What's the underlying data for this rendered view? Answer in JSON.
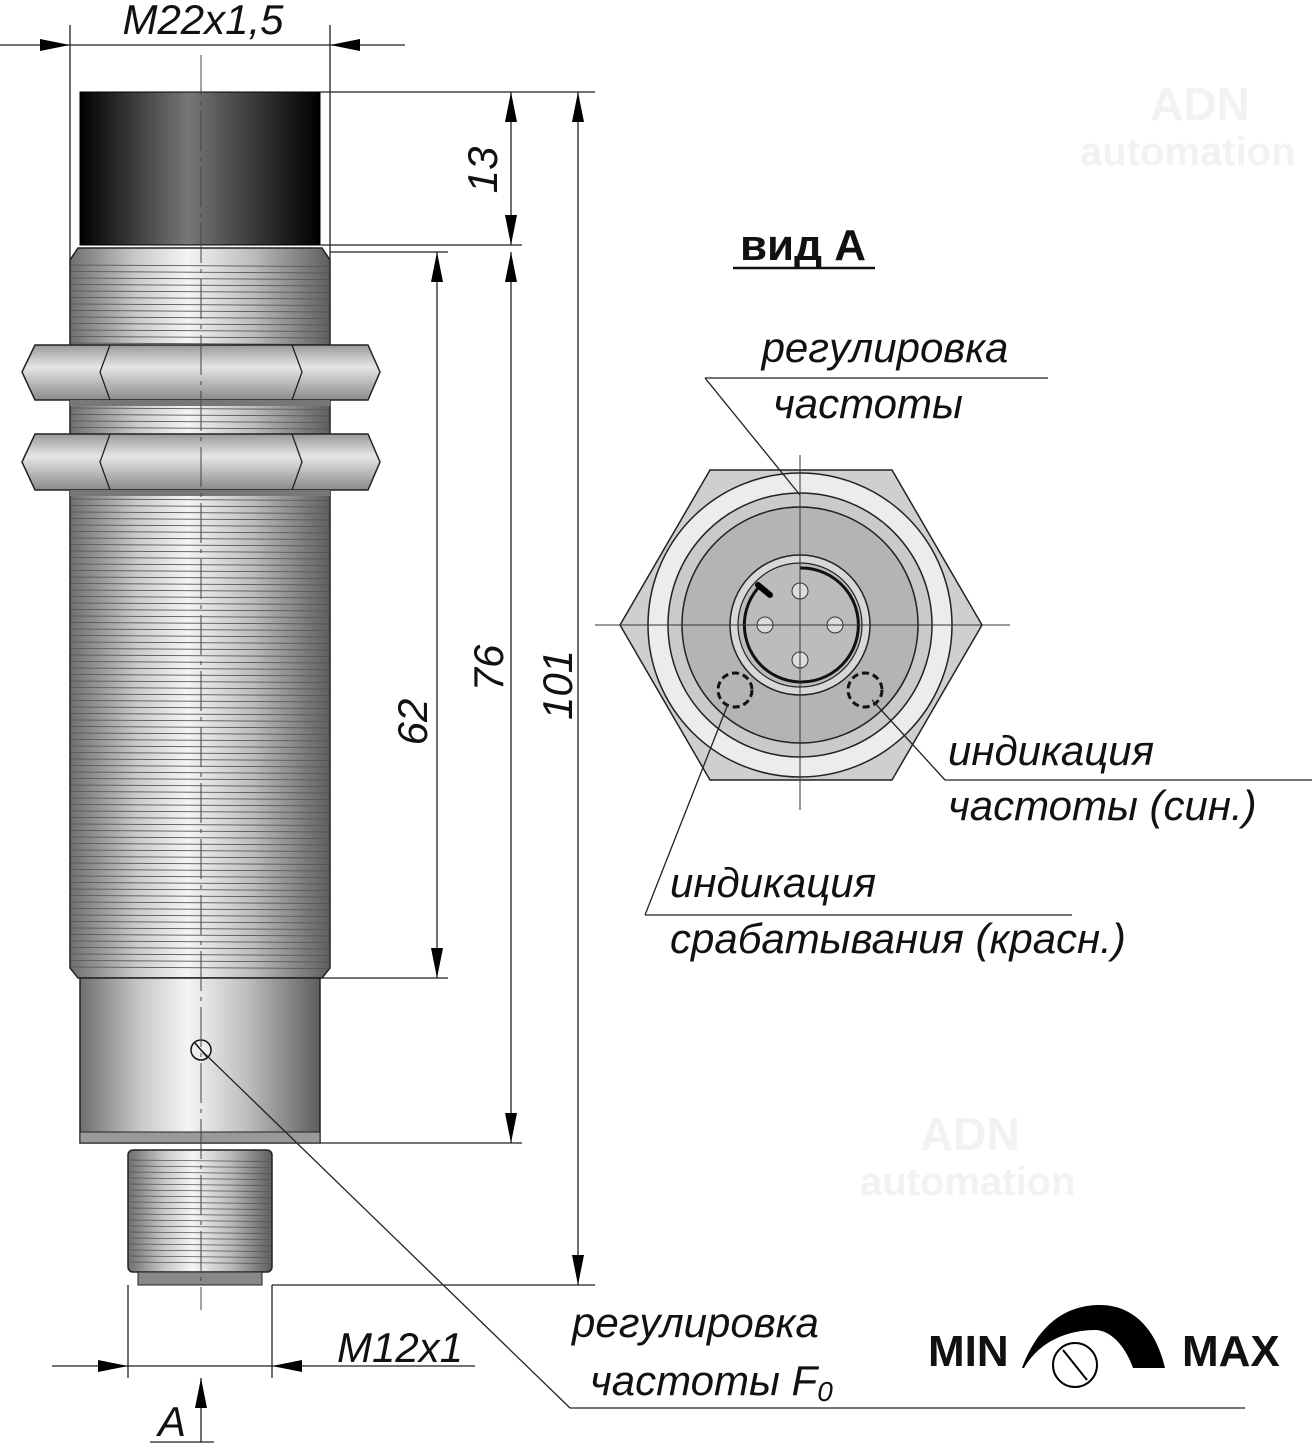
{
  "watermark": {
    "brand": "ADN",
    "sub": "automation"
  },
  "dimensions": {
    "thread_main": "M22x1,5",
    "cap_length": "13",
    "thread_length": "62",
    "body_length": "76",
    "total_length": "101",
    "thread_connector": "M12x1",
    "view_marker": "A"
  },
  "front_view": {
    "title": "вид А",
    "adjust_label_1": "регулировка",
    "adjust_label_2": "частоты",
    "freq_ind_1": "индикация",
    "freq_ind_2": "частоты (син.)",
    "trig_ind_1": "индикация",
    "trig_ind_2": "срабатывания (красн.)"
  },
  "bottom_adjust": {
    "line1": "регулировка",
    "line2": "частоты F",
    "sub": "0"
  },
  "scale": {
    "min": "MIN",
    "max": "MAX"
  }
}
